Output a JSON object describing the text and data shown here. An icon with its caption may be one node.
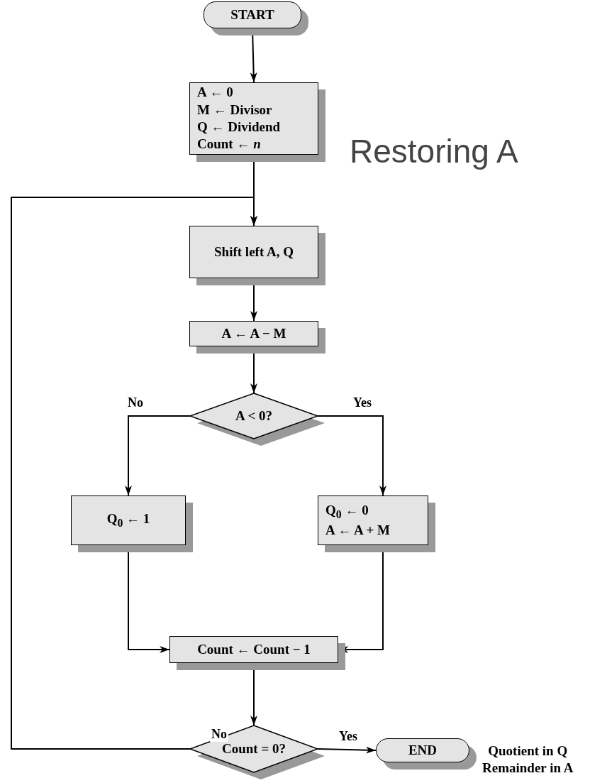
{
  "diagram": {
    "title": "Restoring A",
    "nodes": [
      {
        "text": [
          "START"
        ]
      },
      {
        "text": [
          "A ← 0",
          "M ← Divisor",
          "Q ← Dividend",
          "Count ← *n*"
        ]
      },
      {
        "text": [
          "Shift left A, Q"
        ]
      },
      {
        "text": [
          "A ← A − M"
        ]
      },
      {
        "text": [
          "A < 0?"
        ]
      },
      {
        "text": [
          "Q$_{0}$ ← 1"
        ]
      },
      {
        "text": [
          "Q$_{0}$ ← 0",
          "A ← A + M"
        ]
      },
      {
        "text": [
          "Count ← Count − 1"
        ]
      },
      {
        "text": [
          "Count = 0?"
        ]
      },
      {
        "text": [
          "END"
        ],
        "beside": [
          "Quotient in Q",
          "Remainder in A"
        ]
      }
    ],
    "edges": [
      {
        "from": 0,
        "to": 1,
        "arrow": "to"
      },
      {
        "from": 1,
        "to": 2,
        "arrow": "to"
      },
      {
        "from": 2,
        "to": 3,
        "arrow": "to"
      },
      {
        "from": 3,
        "to": 4,
        "arrow": "to"
      },
      {
        "from": 4,
        "to": 5,
        "arrow": "to",
        "label": "No"
      },
      {
        "from": 4,
        "to": 6,
        "arrow": "to",
        "label": "Yes"
      },
      {
        "from": 5,
        "to": 7,
        "arrow": "to"
      },
      {
        "from": 6,
        "to": 7,
        "arrow": "to"
      },
      {
        "from": 7,
        "to": 8,
        "arrow": "to"
      },
      {
        "from": 8,
        "to": 9,
        "arrow": "to",
        "label": "Yes"
      },
      {
        "from": 8,
        "to": 2,
        "arrow": "to",
        "label": "No"
      }
    ]
  }
}
